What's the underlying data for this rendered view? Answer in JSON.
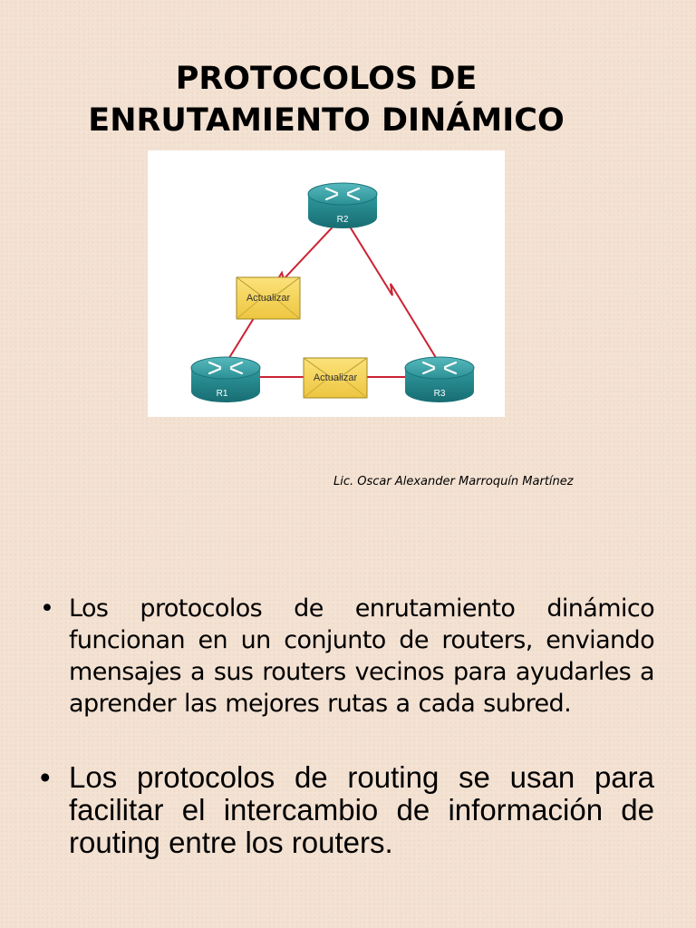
{
  "slide": {
    "title_line1": "PROTOCOLOS DE",
    "title_line2": "ENRUTAMIENTO DINÁMICO",
    "author": "Lic. Oscar Alexander Marroquín Martínez"
  },
  "diagram": {
    "routers": [
      {
        "label": "R2"
      },
      {
        "label": "R1"
      },
      {
        "label": "R3"
      }
    ],
    "update_left": "Actualizar",
    "update_bottom": "Actualizar",
    "colors": {
      "router_body": "#2a8f94",
      "router_top": "#3ba3a8",
      "link": "#cc2232",
      "envelope": "#f5d75a"
    }
  },
  "bullets": [
    {
      "marker": "•",
      "text": "Los protocolos de enrutamiento dinámico funcionan en un conjunto de routers, enviando mensajes a sus routers vecinos para ayudarles a aprender las mejores rutas a cada subred."
    },
    {
      "marker": "•",
      "text": "Los protocolos de routing se usan para facilitar el intercambio de información de routing entre los routers."
    }
  ]
}
